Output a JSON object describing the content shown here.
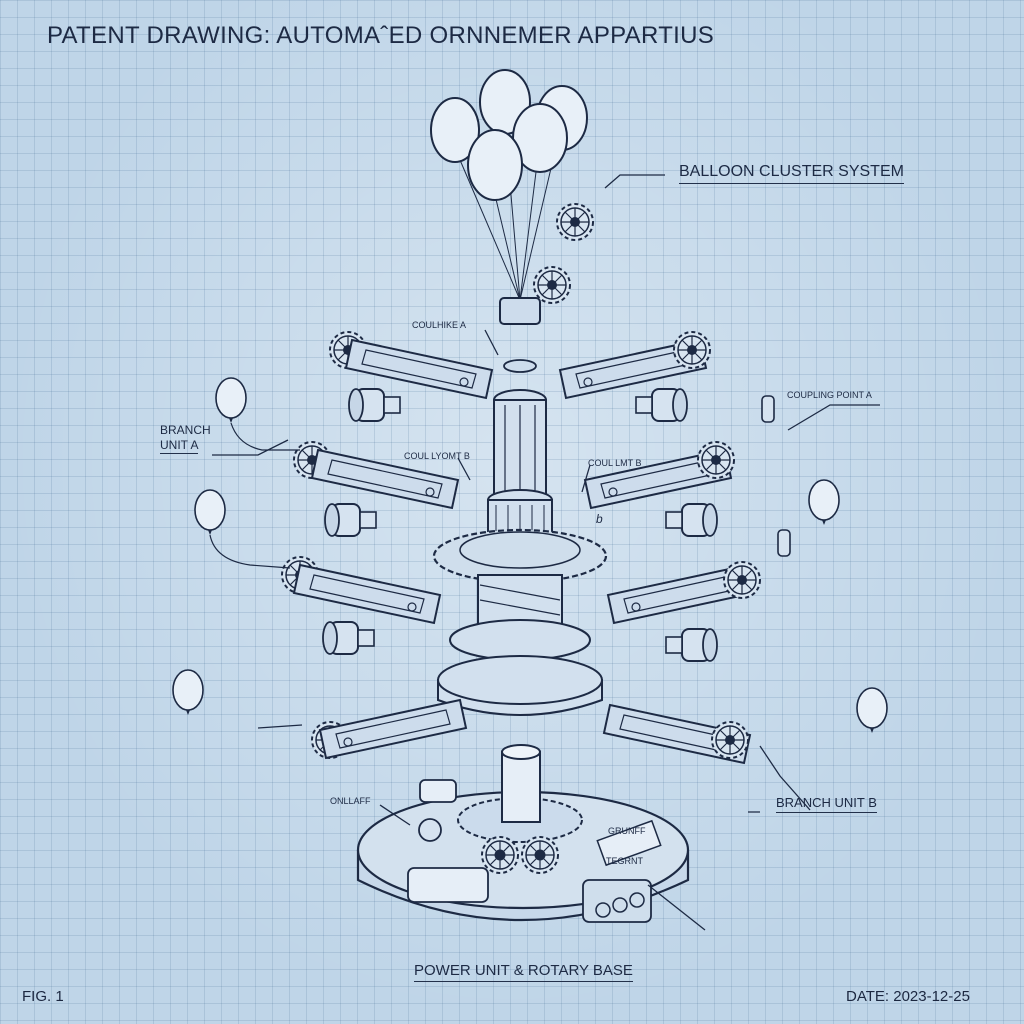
{
  "header": {
    "title": "PATENT DRAWING: AUTOMAˆED ORNNEMER APPARTIUS"
  },
  "labels": {
    "balloon_cluster": "BALLOON CLUSTER SYSTEM",
    "coulhike_a": "COULHIKE A",
    "coupling_point_a": "COUPLING POINT A",
    "branch_unit_a_line1": "BRANCH",
    "branch_unit_a_line2": "UNIT A",
    "coul_lyomt_b": "COUL LYOMT B",
    "coul_lmt_b": "COUL LMT B",
    "b_mark": "b",
    "onllaff": "ONLLAFF",
    "grunff": "GRUNFF",
    "tegrnt": "TEGRNT",
    "branch_unit_b": "BRANCH UNIT B",
    "power_unit": "POWER UNIT & ROTARY BASE"
  },
  "footer": {
    "fig": "FIG. 1",
    "date": "DATE: 2023-12-25"
  },
  "colors": {
    "ink": "#1d2a44",
    "paper": "#bfd5e8",
    "balloon": "#e8f0f8"
  }
}
